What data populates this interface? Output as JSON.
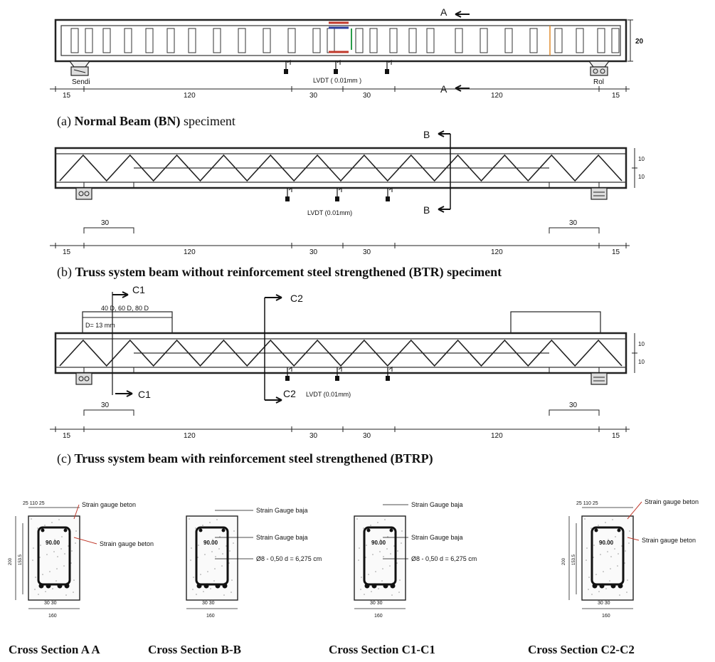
{
  "panel_a": {
    "caption_letter": "(a)",
    "caption_bold": "Normal Beam (BN)",
    "caption_rest": " speciment",
    "height_label": "20",
    "support_left": "Sendi",
    "support_right": "Rol",
    "lvdt": "LVDT ( 0.01mm )",
    "section_top": "A",
    "section_bottom": "A",
    "dims": [
      "15",
      "120",
      "30",
      "30",
      "120",
      "15"
    ]
  },
  "panel_b": {
    "caption_letter": "(b)",
    "caption_text": "Truss system beam without reinforcement steel strengthened (BTR) speciment",
    "heights": [
      "10",
      "10"
    ],
    "lvdt": "LVDT (0.01mm)",
    "section_top": "B",
    "section_bottom": "B",
    "plate_left": "30",
    "plate_right": "30",
    "dims": [
      "15",
      "120",
      "30",
      "30",
      "120",
      "15"
    ]
  },
  "panel_c": {
    "caption_letter": "(c)",
    "caption_text": "Truss system beam with reinforcement steel strengthened (BTRP)",
    "heights": [
      "10",
      "10"
    ],
    "lvdt": "LVDT (0.01mm)",
    "c1_top": "C1",
    "c1_bottom": "C1",
    "c2_top": "C2",
    "c2_bottom": "C2",
    "plate_note1": "40 D, 60 D, 80 D",
    "plate_note2": "D= 13 mm",
    "plate_left": "30",
    "plate_right": "30",
    "dims": [
      "15",
      "120",
      "30",
      "30",
      "120",
      "15"
    ]
  },
  "sections": [
    {
      "title": "Cross Section A A",
      "labels": [
        "Strain gauge beton",
        "Strain gauge beton"
      ],
      "top_dims": [
        "25",
        "110",
        "25"
      ],
      "bottom_dims": [
        "30",
        "30"
      ],
      "side_dims": [
        "200",
        "153.5"
      ],
      "width_label": "160",
      "core": "90.00"
    },
    {
      "title": "Cross Section B-B",
      "labels": [
        "Strain Gauge baja",
        "Strain Gauge baja",
        "Ø8 - 0,50 d = 6,275 cm"
      ],
      "bottom_dims": [
        "30",
        "30"
      ],
      "width_label": "160",
      "core": "90.00"
    },
    {
      "title": "Cross Section C1-C1",
      "labels": [
        "Strain Gauge baja",
        "Strain Gauge baja",
        "Ø8 - 0,50 d = 6,275 cm"
      ],
      "bottom_dims": [
        "30",
        "30"
      ],
      "width_label": "160",
      "core": "90.00"
    },
    {
      "title": "Cross Section C2-C2",
      "labels": [
        "Strain gauge beton",
        "Strain gauge beton"
      ],
      "top_dims": [
        "25",
        "110",
        "25"
      ],
      "bottom_dims": [
        "30",
        "30"
      ],
      "side_dims": [
        "200",
        "153.5"
      ],
      "width_label": "160",
      "core": "90.00"
    }
  ],
  "colors": {
    "line": "#222222",
    "red_mark": "#c0392b",
    "blue_mark": "#2c3e9e",
    "orange_mark": "#e08a2c"
  }
}
